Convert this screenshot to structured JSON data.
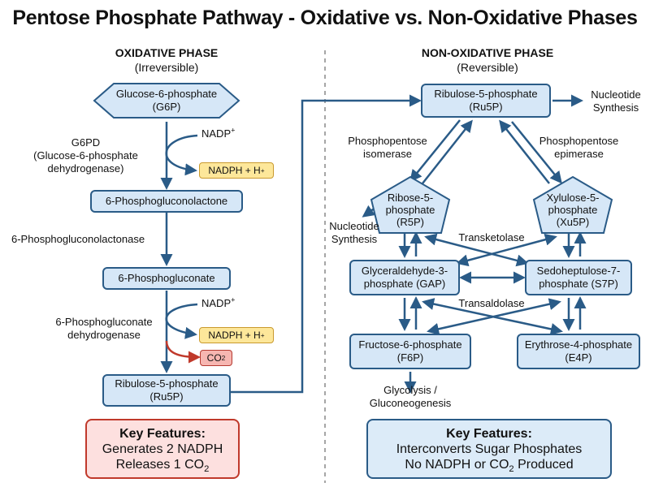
{
  "title": "Pentose Phosphate Pathway - Oxidative vs. Non-Oxidative Phases",
  "oxidative": {
    "heading": "OXIDATIVE PHASE",
    "subheading": "(Irreversible)",
    "g6p_name": "Glucose-6-phosphate",
    "g6p_abbr": "(G6P)",
    "enzyme1_abbr": "G6PD",
    "enzyme1_line1": "(Glucose-6-phosphate",
    "enzyme1_line2": "dehydrogenase)",
    "nadp1": "NADP",
    "nadph1": "NADPH + H",
    "lactone": "6-Phosphogluconolactone",
    "lactonase": "6-Phosphogluconolactonase",
    "gluconate": "6-Phosphogluconate",
    "enzyme2_line1": "6-Phosphogluconate",
    "enzyme2_line2": "dehydrogenase",
    "nadp2": "NADP",
    "nadph2": "NADPH + H",
    "co2": "CO",
    "ru5p_name": "Ribulose-5-phosphate",
    "ru5p_abbr": "(Ru5P)",
    "key_title": "Key Features:",
    "key_line1": "Generates 2 NADPH",
    "key_line2": "Releases 1 CO"
  },
  "nonoxidative": {
    "heading": "NON-OXIDATIVE PHASE",
    "subheading": "(Reversible)",
    "ru5p_name": "Ribulose-5-phosphate",
    "ru5p_abbr": "(Ru5P)",
    "nucleotide_top_1": "Nucleotide",
    "nucleotide_top_2": "Synthesis",
    "isomerase_1": "Phosphopentose",
    "isomerase_2": "isomerase",
    "epimerase_1": "Phosphopentose",
    "epimerase_2": "epimerase",
    "r5p_1": "Ribose-5-",
    "r5p_2": "phosphate",
    "r5p_3": "(R5P)",
    "xu5p_1": "Xylulose-5-",
    "xu5p_2": "phosphate",
    "xu5p_3": "(Xu5P)",
    "nucleotide_left_1": "Nucleotide",
    "nucleotide_left_2": "Synthesis",
    "transketolase": "Transketolase",
    "gap_1": "Glyceraldehyde-3-",
    "gap_2": "phosphate (GAP)",
    "s7p_1": "Sedoheptulose-7-",
    "s7p_2": "phosphate (S7P)",
    "transaldolase": "Transaldolase",
    "f6p_1": "Fructose-6-phosphate",
    "f6p_2": "(F6P)",
    "e4p_1": "Erythrose-4-phosphate",
    "e4p_2": "(E4P)",
    "glycolysis_1": "Glycolysis /",
    "glycolysis_2": "Gluconeogenesis",
    "key_title": "Key Features:",
    "key_line1": "Interconverts Sugar Phosphates",
    "key_line2": "No NADPH or CO",
    "key_line2_tail": "Produced"
  },
  "sup_plus": "+",
  "sub_two": "2",
  "colors": {
    "node_fill": "#d6e7f7",
    "node_stroke": "#2a5b87",
    "nadph_fill": "#fde79a",
    "co2_fill": "#f6b6b1",
    "co2_arrow": "#c0392b",
    "key_red_stroke": "#c0392b",
    "key_blue_stroke": "#2a5b87"
  }
}
